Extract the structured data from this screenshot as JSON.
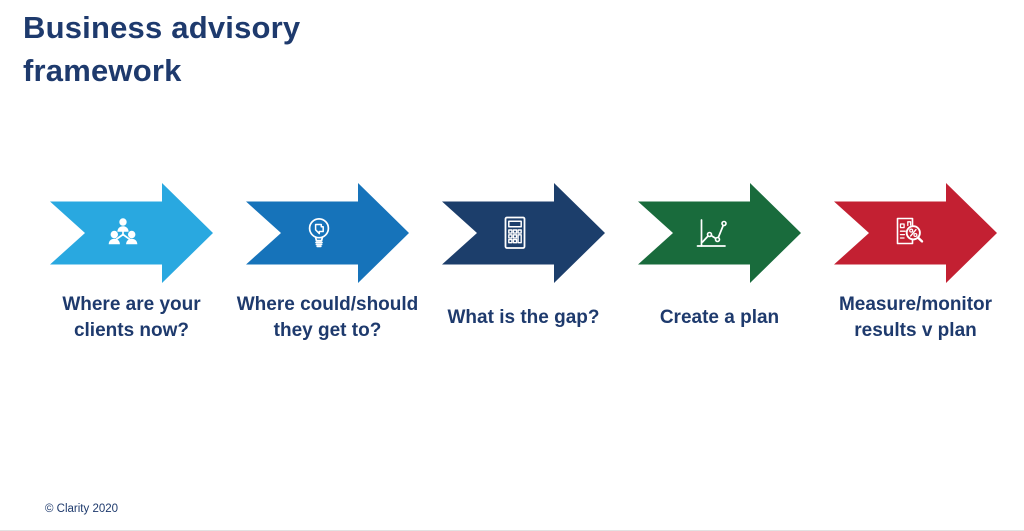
{
  "page": {
    "title": "Business advisory\nframework",
    "title_color": "#1e3a6d",
    "background": "#ffffff",
    "footer": "© Clarity 2020"
  },
  "steps": [
    {
      "label": "Where are your\nclients now?",
      "color": "#29a8e0",
      "icon": "people-hierarchy-icon"
    },
    {
      "label": "Where could/should\nthey get to?",
      "color": "#1673ba",
      "icon": "lightbulb-idea-icon"
    },
    {
      "label": "What is the gap?",
      "color": "#1c3e6b",
      "icon": "calculator-icon"
    },
    {
      "label": "Create a plan",
      "color": "#196b3c",
      "icon": "line-chart-icon"
    },
    {
      "label": "Measure/monitor\nresults v plan",
      "color": "#c32032",
      "icon": "report-magnifier-icon"
    }
  ]
}
